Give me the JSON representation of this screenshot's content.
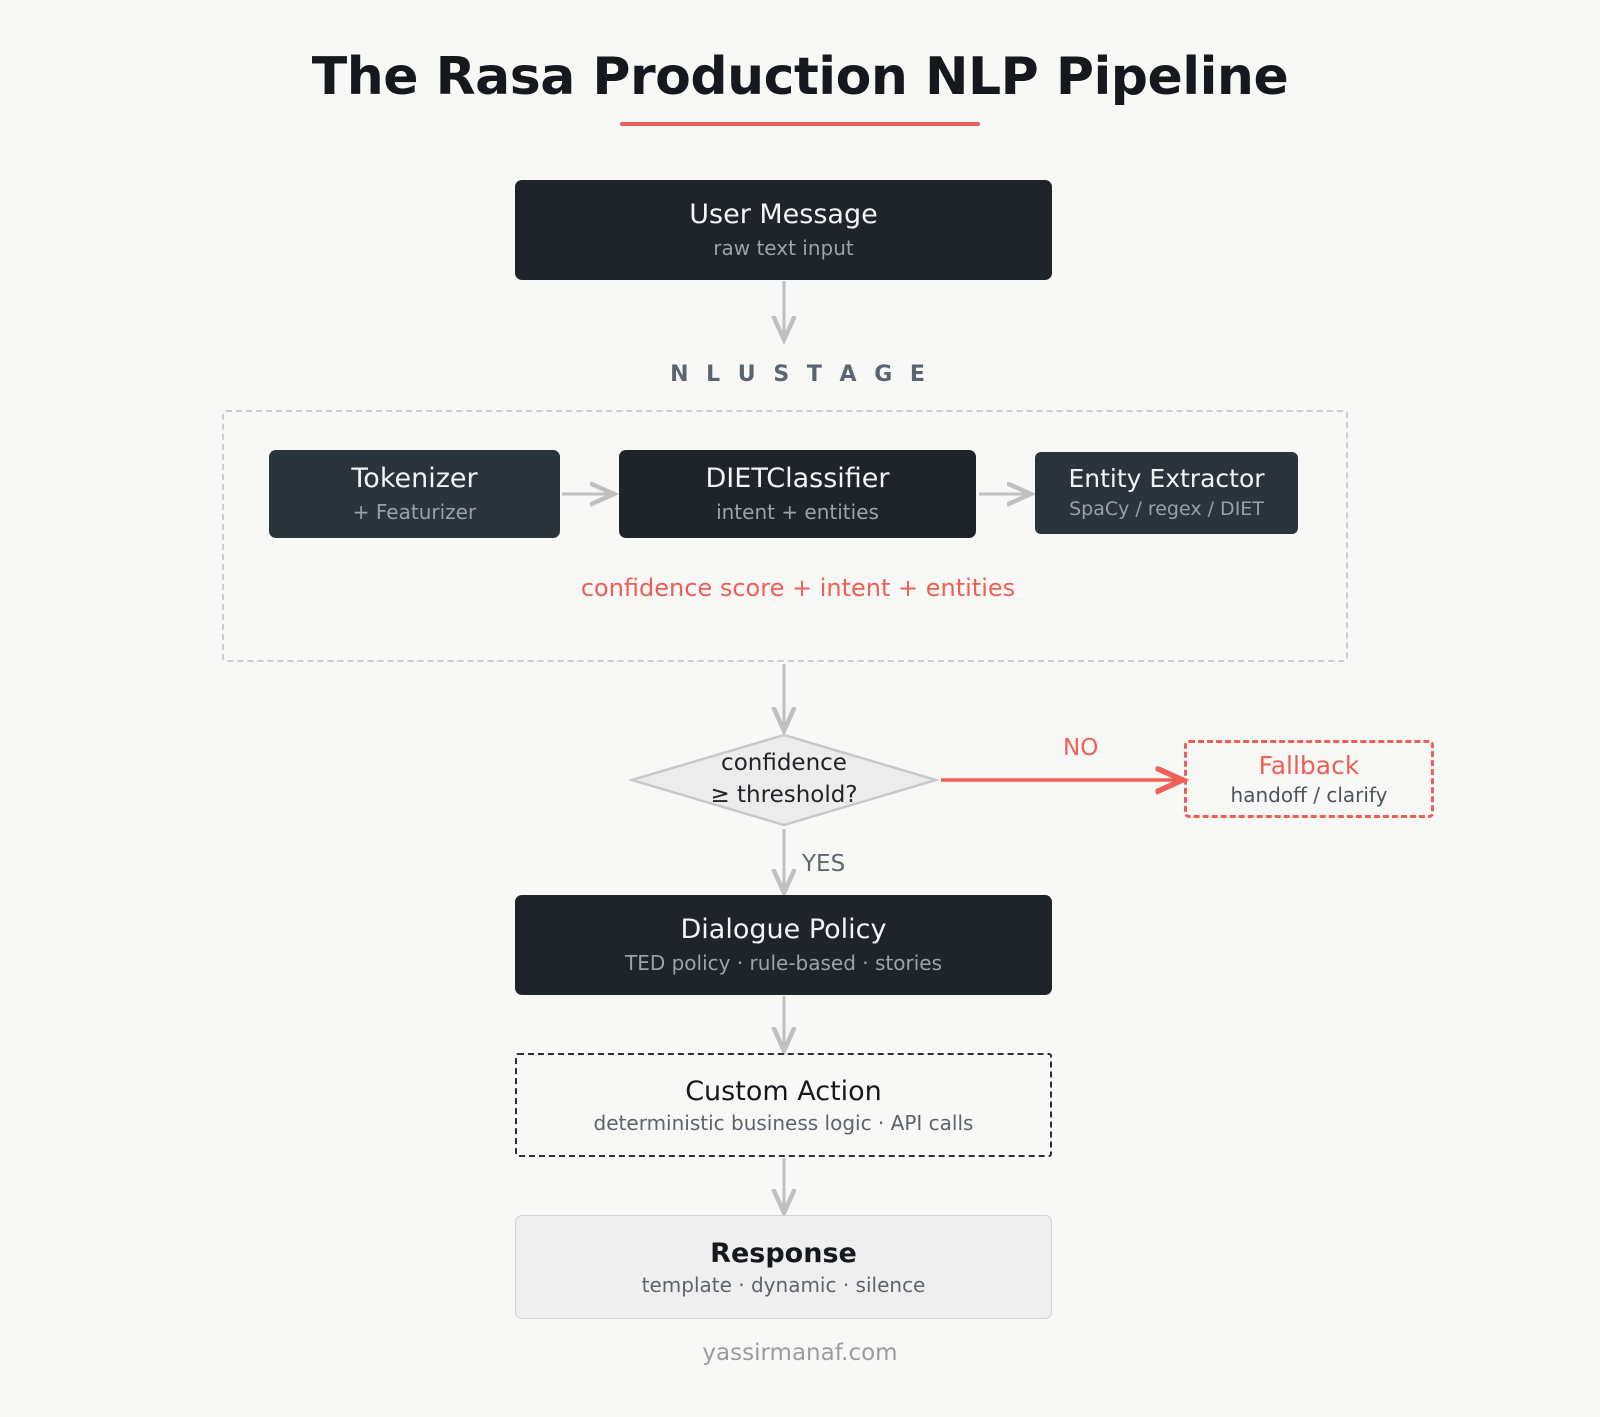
{
  "header": {
    "title": "The Rasa Production NLP Pipeline",
    "accent_color": "#ef5f57"
  },
  "colors": {
    "background": "#f8f8f7",
    "dark_node": "#1f242b",
    "slate_node": "#2b333d",
    "accent_red": "#ee6055",
    "arrow_gray": "#c0c0c0",
    "diamond_fill": "#ececec",
    "diamond_stroke": "#c8c8c8",
    "response_fill": "#efefef"
  },
  "nodes": {
    "user_message": {
      "title": "User Message",
      "subtitle": "raw text input"
    },
    "tokenizer": {
      "title": "Tokenizer",
      "subtitle": "+ Featurizer"
    },
    "diet_classifier": {
      "title": "DIETClassifier",
      "subtitle": "intent + entities"
    },
    "entity_extractor": {
      "title": "Entity Extractor",
      "subtitle": "SpaCy / regex / DIET"
    },
    "decision": {
      "line1": "confidence",
      "line2": "≥ threshold?"
    },
    "fallback": {
      "title": "Fallback",
      "subtitle": "handoff / clarify"
    },
    "dialogue_policy": {
      "title": "Dialogue Policy",
      "subtitle": "TED policy · rule-based · stories"
    },
    "custom_action": {
      "title": "Custom Action",
      "subtitle": "deterministic business logic · API calls"
    },
    "response": {
      "title": "Response",
      "subtitle": "template · dynamic · silence"
    }
  },
  "groups": {
    "nlu_stage": {
      "label": "N L U   S T A G E",
      "output_text": "confidence score + intent + entities"
    }
  },
  "edge_labels": {
    "yes": "YES",
    "no": "NO"
  },
  "footer": {
    "credit": "yassirmanaf.com"
  }
}
